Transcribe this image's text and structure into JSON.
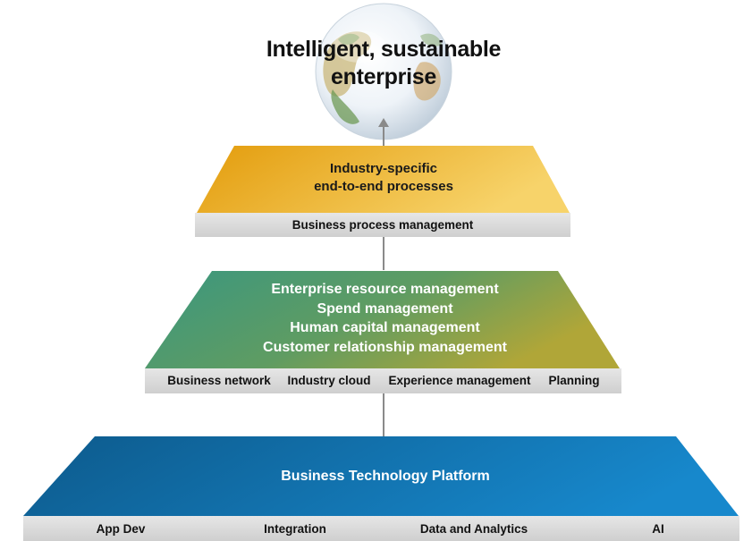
{
  "goal": {
    "title_line1": "Intelligent, sustainable",
    "title_line2": "enterprise"
  },
  "top_layer": {
    "lines": [
      "Industry-specific",
      "end-to-end processes"
    ],
    "bar_label": "Business process management",
    "colors": {
      "left": "#e8a313",
      "right": "#f6cd57"
    }
  },
  "middle_layer": {
    "lines": [
      "Enterprise resource management",
      "Spend management",
      "Human capital management",
      "Customer relationship management"
    ],
    "bar_labels": [
      "Business network",
      "Industry cloud",
      "Experience management",
      "Planning"
    ],
    "colors": {
      "left": "#3f9a7e",
      "right": "#a8a63c"
    }
  },
  "bottom_layer": {
    "title": "Business Technology Platform",
    "bar_labels": [
      "App Dev",
      "Integration",
      "Data and Analytics",
      "AI"
    ],
    "colors": {
      "left": "#0f5f93",
      "right": "#1581c4"
    }
  },
  "bar_color": "#dcdcdc",
  "connector_color": "#8a8a8a"
}
